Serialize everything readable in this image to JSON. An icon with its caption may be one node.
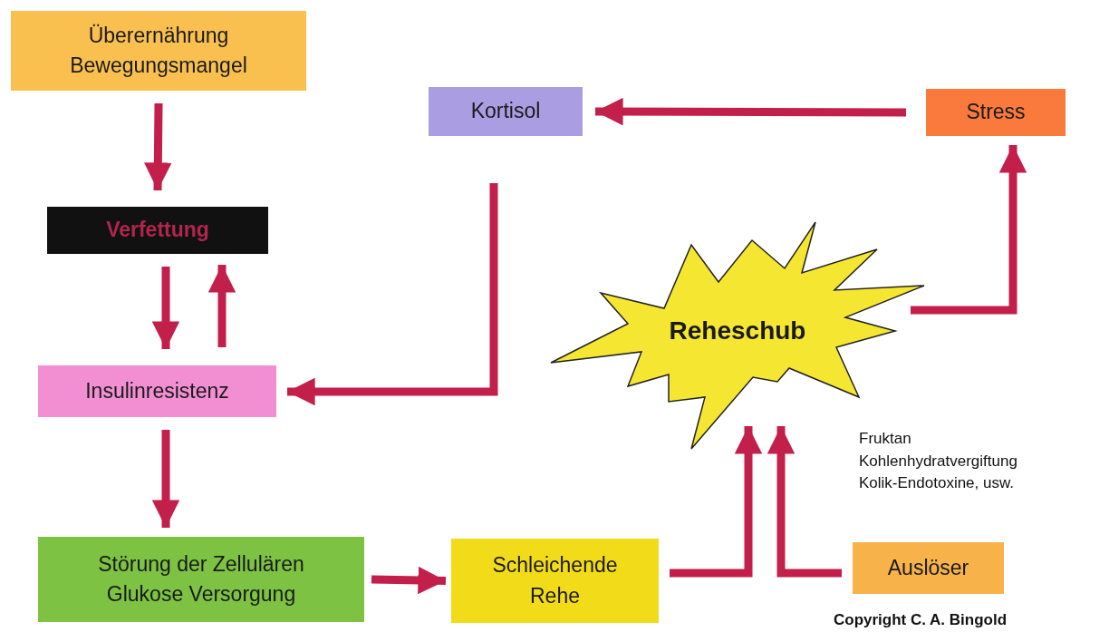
{
  "diagram": {
    "nodes": [
      {
        "text": [
          "Überernährung Bewegungsmangel"
        ]
      },
      {
        "text": [
          "Verfettung"
        ]
      },
      {
        "text": [
          "Insulinresistenz"
        ]
      },
      {
        "text": [
          "Störung der Zellulären Glukose Versorgung"
        ]
      },
      {
        "text": [
          "Schleichende Rehe"
        ]
      },
      {
        "text": [
          "Kortisol"
        ]
      },
      {
        "text": [
          "Stress"
        ]
      },
      {
        "text": [
          "Reheschub"
        ]
      },
      {
        "text": [
          "Auslöser"
        ]
      }
    ],
    "edges": [
      {
        "from": 0,
        "to": 1,
        "arrow": "to"
      },
      {
        "from": 1,
        "to": 2,
        "arrow": "to"
      },
      {
        "from": 2,
        "to": 1,
        "arrow": "to"
      },
      {
        "from": 2,
        "to": 3,
        "arrow": "to"
      },
      {
        "from": 3,
        "to": 4,
        "arrow": "to"
      },
      {
        "from": 5,
        "to": 2,
        "arrow": "to"
      },
      {
        "from": 4,
        "to": 7,
        "arrow": "to"
      },
      {
        "from": 8,
        "to": 7,
        "arrow": "to"
      },
      {
        "from": 7,
        "to": 6,
        "arrow": "to"
      },
      {
        "from": 6,
        "to": 5,
        "arrow": "to"
      }
    ],
    "labels": [
      "Fruktan Kohlenhydratvergiftung Kolik-Endotoxine, usw.",
      "Copyright C. A. Bingold"
    ]
  }
}
